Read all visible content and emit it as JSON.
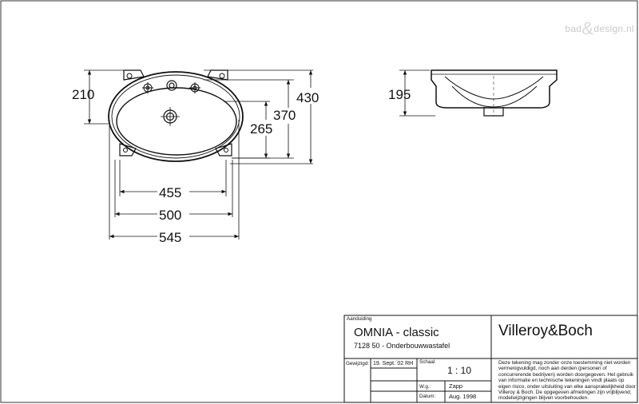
{
  "watermark": {
    "left": "bad",
    "amp": "&",
    "right": "design.nl"
  },
  "dimensions": {
    "d210": "210",
    "d430": "430",
    "d370": "370",
    "d265": "265",
    "d455": "455",
    "d500": "500",
    "d545": "545",
    "d195": "195"
  },
  "title_block": {
    "aanduiding_label": "Aanduiding",
    "product_name": "OMNIA - classic",
    "product_code": "7128 50 - Onderbouwwastafel",
    "brand": "Villeroy&Boch",
    "gewijzigd_label": "Gewijzigd:",
    "gewijzigd_value": "19. Sept.´02 RH",
    "schaal_label": "Schaal",
    "schaal_value": "1 : 10",
    "wg_label": "W.g.:",
    "wg_value": "Zapp",
    "datum_label": "Datum:",
    "datum_value": "Aug. 1998",
    "disclaimer": "Deze tekening mag zonder onze toestemming niet worden vermenigvuldigd, noch aan derden (personen of concurrerende bedrijven) worden doorgegeven. Het gebruik van informatie en technische tekeningen vindt plaats op eigen risico, onder uitsluiting van elke aansprakelijkheid door Villeroy & Boch. De opgegeven afmetingen zijn vrijblijvend; modelwijzigingen blijven voorbehouden."
  }
}
